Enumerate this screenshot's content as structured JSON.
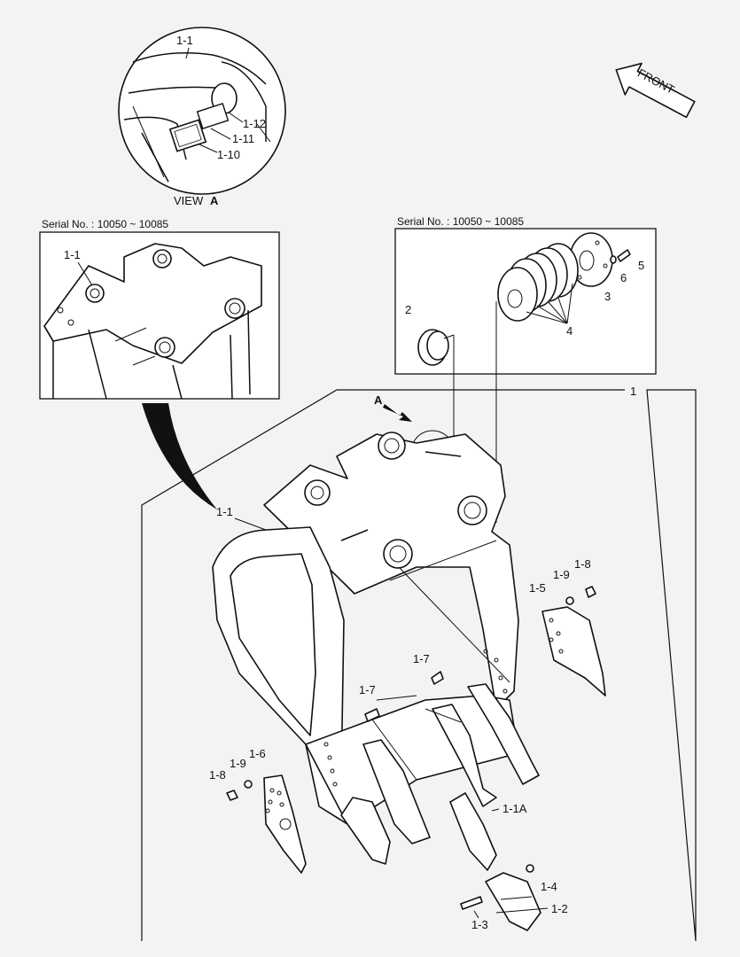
{
  "view_label": "VIEW",
  "view_letter": "A",
  "front_label": "FRONT",
  "arrow_letter": "A",
  "serial_left": "Serial No. : 10050 ~ 10085",
  "serial_right": "Serial No. : 10050 ~ 10085",
  "labels": {
    "detail_1_1": "1-1",
    "detail_1_12": "1-12",
    "detail_1_11": "1-11",
    "detail_1_10": "1-10",
    "inset_1_1": "1-1",
    "p2": "2",
    "p3": "3",
    "p4": "4",
    "p5": "5",
    "p6": "6",
    "p1": "1",
    "main_1_1": "1-1",
    "p1_7a": "1-7",
    "p1_7b": "1-7",
    "p1_9r": "1-9",
    "p1_8r": "1-8",
    "p1_5": "1-5",
    "p1_6": "1-6",
    "p1_9l": "1-9",
    "p1_8l": "1-8",
    "p1_1a": "1-1A",
    "p1_4": "1-4",
    "p1_2": "1-2",
    "p1_3": "1-3"
  }
}
